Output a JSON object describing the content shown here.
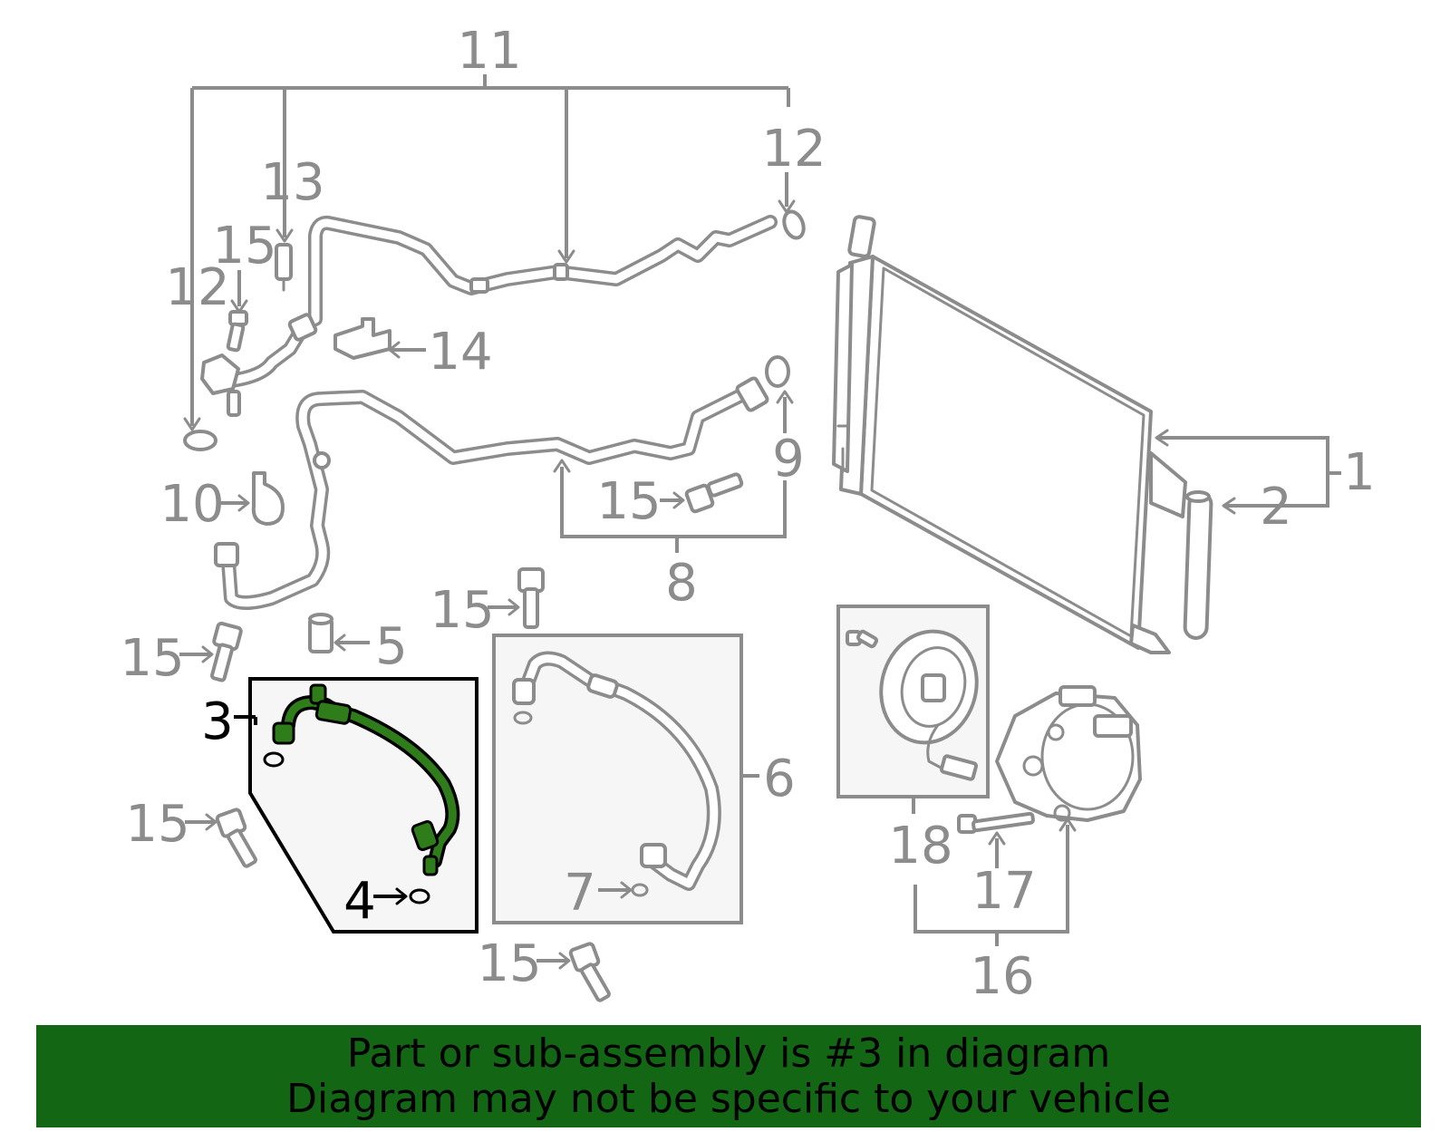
{
  "callouts": {
    "c1": "1",
    "c2": "2",
    "c3": "3",
    "c4": "4",
    "c5": "5",
    "c6": "6",
    "c7": "7",
    "c8": "8",
    "c9": "9",
    "c10": "10",
    "c11": "11",
    "c12a": "12",
    "c12b": "12",
    "c13": "13",
    "c14": "14",
    "c15a": "15",
    "c15b": "15",
    "c15c": "15",
    "c15d": "15",
    "c15e": "15",
    "c15f": "15",
    "c16": "16",
    "c17": "17",
    "c18": "18"
  },
  "highlight": {
    "part_number": "3",
    "color": "#2f7d1a"
  },
  "colors": {
    "line_art": "#8c8c8c",
    "footer_background": "#136613"
  },
  "footer": {
    "line1": "Part or sub-assembly is #3 in diagram",
    "line2": "Diagram may not be specific to your vehicle"
  }
}
